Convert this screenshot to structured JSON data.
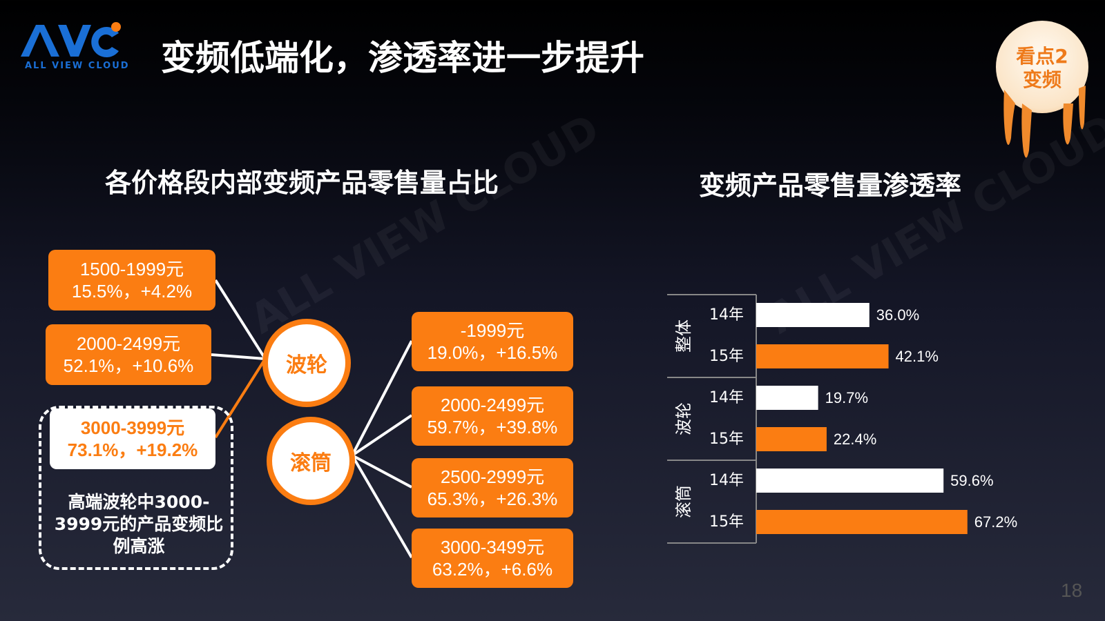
{
  "logo": {
    "mark": "AVC",
    "tagline": "ALL VIEW CLOUD"
  },
  "title": "变频低端化，渗透率进一步提升",
  "badge": {
    "line1": "看点2",
    "line2": "变频"
  },
  "left_title": "各价格段内部变频产品零售量占比",
  "right_title": "变频产品零售量渗透率",
  "wave": {
    "hub": "波轮",
    "items": [
      {
        "range": "1500-1999元",
        "stat": "15.5%，+4.2%"
      },
      {
        "range": "2000-2499元",
        "stat": "52.1%，+10.6%"
      },
      {
        "range": "3000-3999元",
        "stat": "73.1%，+19.2%",
        "highlight": true
      }
    ]
  },
  "drum": {
    "hub": "滚筒",
    "items": [
      {
        "range": "-1999元",
        "stat": "19.0%，+16.5%"
      },
      {
        "range": "2000-2499元",
        "stat": "59.7%，+39.8%"
      },
      {
        "range": "2500-2999元",
        "stat": "65.3%，+26.3%"
      },
      {
        "range": "3000-3499元",
        "stat": "63.2%，+6.6%"
      }
    ]
  },
  "note": "高端波轮中3000-3999元的产品变频比例高涨",
  "colors": {
    "accent": "#fb7d12",
    "white": "#ffffff",
    "background": "#0a0b12"
  },
  "chart_data": {
    "type": "bar",
    "orientation": "horizontal",
    "groups": [
      {
        "name": "整体",
        "bars": [
          {
            "year": "14年",
            "value": 36.0,
            "label": "36.0%"
          },
          {
            "year": "15年",
            "value": 42.1,
            "label": "42.1%"
          }
        ]
      },
      {
        "name": "波轮",
        "bars": [
          {
            "year": "14年",
            "value": 19.7,
            "label": "19.7%"
          },
          {
            "year": "15年",
            "value": 22.4,
            "label": "22.4%"
          }
        ]
      },
      {
        "name": "滚筒",
        "bars": [
          {
            "year": "14年",
            "value": 59.6,
            "label": "59.6%"
          },
          {
            "year": "15年",
            "value": 67.2,
            "label": "67.2%"
          }
        ]
      }
    ],
    "series_colors": {
      "14年": "#ffffff",
      "15年": "#fb7d12"
    },
    "xlim": [
      0,
      75
    ],
    "grid": false,
    "legend": "none"
  },
  "page_number": "18"
}
